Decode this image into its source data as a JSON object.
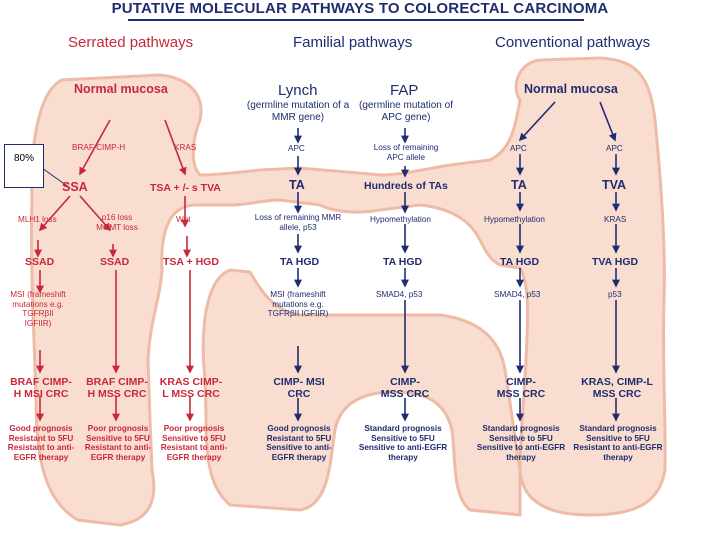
{
  "title": "PUTATIVE MOLECULAR PATHWAYS TO COLORECTAL CARCINOMA",
  "callout": "80%",
  "headers": {
    "serrated": "Serrated pathways",
    "familial": "Familial pathways",
    "conventional": "Conventional pathways"
  },
  "serrated": {
    "normal": "Normal mucosa",
    "mut_braf": "BRAF CIMP-H",
    "mut_kras": "KRAS",
    "ssa": "SSA",
    "tsa": "TSA + /- s TVA",
    "mlh1": "MLH1 loss",
    "p16": "p16 loss MGMT loss",
    "wnt": "Wnt",
    "ssad1": "SSAD",
    "ssad2": "SSAD",
    "tsa_hgd": "TSA + HGD",
    "msi_note": "MSI (frameshift mutations e.g. TGFRβII IGFIIR)",
    "crc1": "BRAF CIMP-H MSI CRC",
    "crc2": "BRAF CIMP-H MSS CRC",
    "crc3": "KRAS CIMP-L MSS CRC",
    "prog1": "Good prognosis Resistant to 5FU Resistant to anti-EGFR therapy",
    "prog2": "Poor prognosis Sensitive to 5FU Resistant to anti-EGFR therapy",
    "prog3": "Poor prognosis Sensitive to 5FU Resistant to anti-EGFR therapy"
  },
  "familial": {
    "lynch": "Lynch",
    "lynch_sub": "(germline mutation of a MMR gene)",
    "fap": "FAP",
    "fap_sub": "(germline mutation of APC gene)",
    "apc": "APC",
    "apc_loss": "Loss of remaining APC allele",
    "ta": "TA",
    "hundreds": "Hundreds of TAs",
    "mmr_loss": "Loss of remaining MMR allele, p53",
    "hypometh": "Hypomethylation",
    "ta_hgd1": "TA HGD",
    "ta_hgd2": "TA HGD",
    "msi_note": "MSI (frameshift mutations e.g. TGFRβII IGFIIR)",
    "smad": "SMAD4, p53",
    "crc1": "CIMP- MSI CRC",
    "crc2": "CIMP- MSS CRC",
    "prog1": "Good prognosis Resistant to 5FU Sensitive to anti-EGFR therapy",
    "prog2": "Standard prognosis Sensitive to 5FU Sensitive to anti-EGFR therapy"
  },
  "conventional": {
    "normal": "Normal mucosa",
    "apc1": "APC",
    "apc2": "APC",
    "ta": "TA",
    "tva": "TVA",
    "hypometh": "Hypomethylation",
    "kras": "KRAS",
    "ta_hgd": "TA HGD",
    "tva_hgd": "TVA HGD",
    "smad": "SMAD4, p53",
    "p53": "p53",
    "crc1": "CIMP- MSS CRC",
    "crc2": "KRAS, CIMP-L MSS CRC",
    "prog1": "Standard prognosis Sensitive to 5FU Sensitive to anti-EGFR therapy",
    "prog2": "Standard prognosis Sensitive to 5FU Resistant to anti-EGFR therapy"
  },
  "colors": {
    "red": "#c8283a",
    "blue": "#1f2d6e",
    "colon_fill": "#f8ddd0",
    "colon_edge": "#eebca6"
  }
}
